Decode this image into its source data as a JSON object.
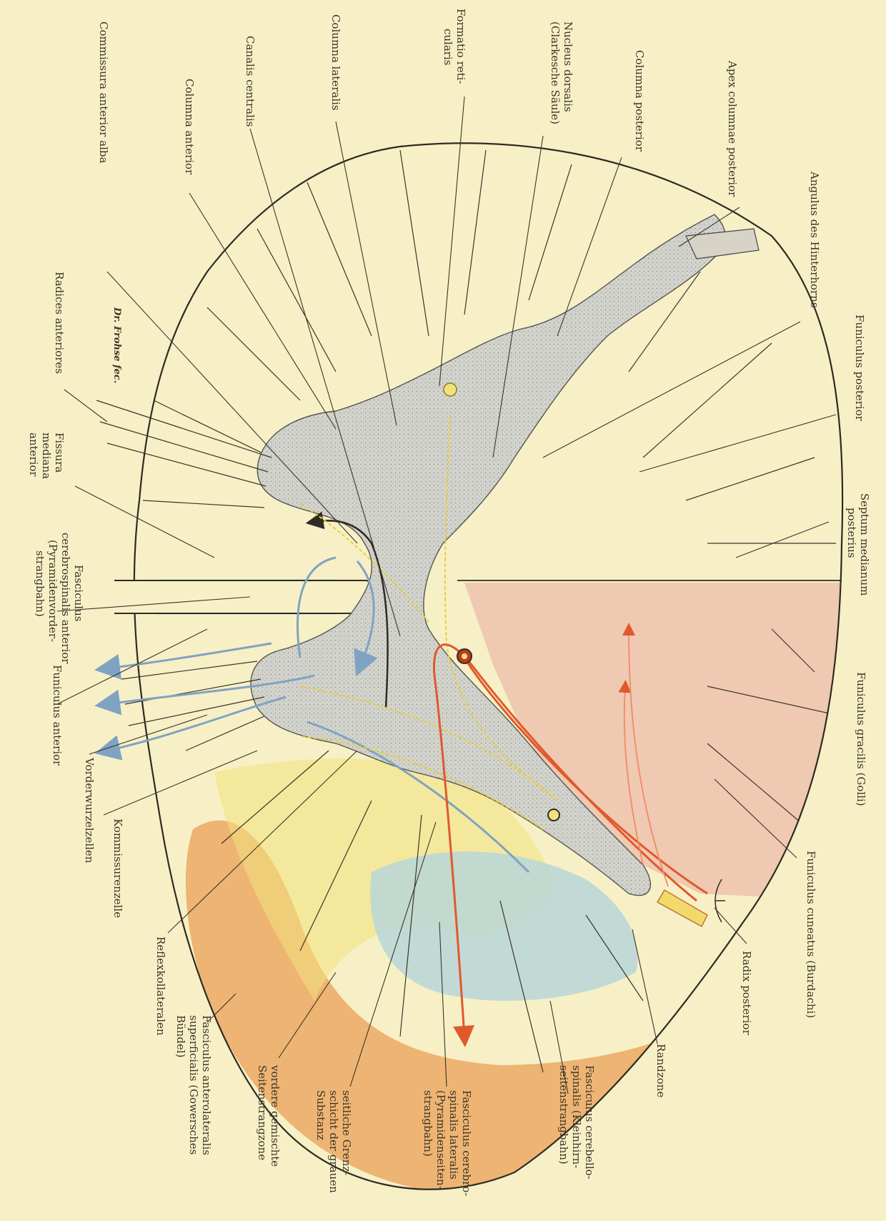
{
  "signature": "Dr. Frohse fec.",
  "labels": {
    "commissura_anterior_alba": "Commissura anterior alba",
    "columna_anterior": "Columna anterior",
    "canalis_centralis": "Canalis centralis",
    "columna_lateralis": "Columna lateralis",
    "formatio_reticularis_1": "Formatio reti-",
    "formatio_reticularis_2": "cularis",
    "nucleus_dorsalis_1": "Nucleus dorsalis",
    "nucleus_dorsalis_2": "(Clarkesche Säule)",
    "columna_posterior": "Columna posterior",
    "apex_columnae_posterior": "Apex columnae posterior",
    "angulus_hinterhorns": "Angulus des Hinterhorns",
    "funiculus_posterior": "Funiculus posterior",
    "septum_medianum_1": "Septum medianum",
    "septum_medianum_2": "posterius",
    "funiculus_gracilis": "Funiculus gracilis (Golli)",
    "funiculus_cuneatus": "Funiculus cuneatus (Burdachi)",
    "radix_posterior": "Radix posterior",
    "randzone": "Randzone",
    "fasc_cerebello_1": "Fasciculus cerebello-",
    "fasc_cerebello_2": "spinalis (Kleinhirn-",
    "fasc_cerebello_3": "seitenstrangbahn)",
    "fasc_cerebro_lat_1": "Fasciculus cerebro-",
    "fasc_cerebro_lat_2": "spinalis lateralis",
    "fasc_cerebro_lat_3": "(Pyramidenseiten-",
    "fasc_cerebro_lat_4": "strangbahn)",
    "grenzschicht_1": "seitliche Grenz-",
    "grenzschicht_2": "schicht der grauen",
    "grenzschicht_3": "Substanz",
    "vordere_gemischte_1": "vordere gemischte",
    "vordere_gemischte_2": "Seitenstrangzone",
    "fasc_anterolateralis_1": "Fasciculus anterolateralis",
    "fasc_anterolateralis_2": "superficialis (Gowersches",
    "fasc_anterolateralis_3": "Bündel)",
    "reflexkollateralen": "Reflexkollateralen",
    "kommissurenzelle": "Kommissurenzelle",
    "vorderwurzelzellen": "Vorderwurzelzellen",
    "funiculus_anterior": "Funiculus anterior",
    "fasc_cerebro_ant_1": "Fasciculus",
    "fasc_cerebro_ant_2": "cerebrospinalis anterior",
    "fasc_cerebro_ant_3": "(Pyramidenvorder-",
    "fasc_cerebro_ant_4": "strangbahn)",
    "fissura_mediana_1": "Fissura",
    "fissura_mediana_2": "mediana",
    "fissura_mediana_3": "anterior",
    "radices_anteriores": "Radices anteriores"
  },
  "colors": {
    "background": "#f7f0c6",
    "grey_matter": "#cfcfc9",
    "posterior_funiculus": "#ecbcaa",
    "pyramidal_lateral": "#b9d6d8",
    "gowers": "#eaa55e",
    "cerebellar": "#f3e27c",
    "sensory_path": "#e0592c",
    "motor_path": "#7fa3c2",
    "reflex_collaterals": "#e6cf3a"
  }
}
